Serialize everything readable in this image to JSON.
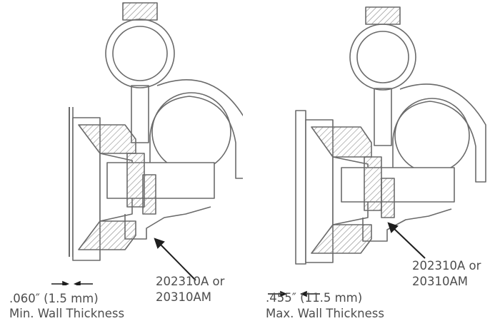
{
  "figures": [
    {
      "id": "min",
      "thickness_value": ".060″ (1.5 mm)",
      "thickness_caption": "Min. Wall Thickness",
      "part_line1": "202310A or",
      "part_line2": "20310AM"
    },
    {
      "id": "max",
      "thickness_value": ".455″ (11.5 mm)",
      "thickness_caption": "Max. Wall Thickness",
      "part_line1": "202310A or",
      "part_line2": "20310AM"
    }
  ],
  "colors": {
    "line": "#6a6a6a",
    "hatch": "#8a8a8a",
    "text": "#4d4d4d",
    "arrow": "#1e1e1e"
  }
}
